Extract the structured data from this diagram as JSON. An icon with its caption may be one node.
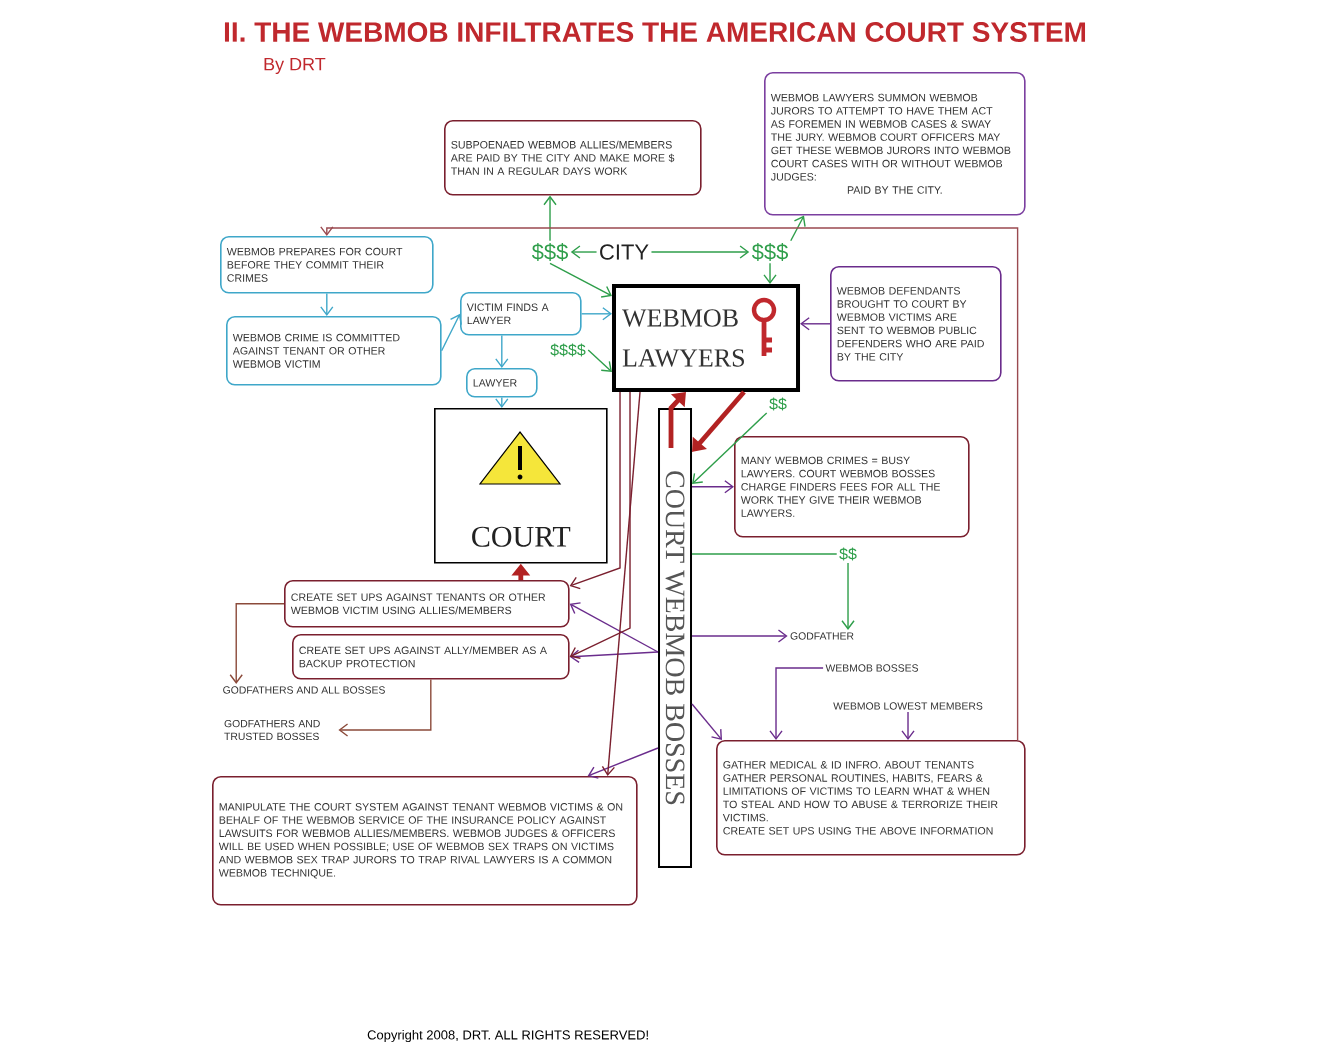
{
  "diagram": {
    "title": "II. THE WEBMOB INFILTRATES THE AMERICAN COURT SYSTEM",
    "nodes": [
      {
        "text": [
          "SUBPOENAED WEBMOB ALLIES/MEMBERS ARE PAID BY THE CITY AND MAKE MORE $ THAN IN A REGULAR DAYS WORK"
        ]
      },
      {
        "text": [
          "WEBMOB LAWYERS SUMMON WEBMOB JURORS TO ATTEMPT TO HAVE THEM ACT AS FOREMEN IN WEBMOB CASES & SWAY THE JURY. WEBMOB COURT OFFICERS MAY GET THESE WEBMOB JURORS INTO WEBMOB COURT CASES WITH OR WITHOUT WEBMOB JUDGES:",
          "PAID BY THE CITY."
        ]
      },
      {
        "text": [
          "$$$"
        ]
      },
      {
        "text": [
          "CITY"
        ]
      },
      {
        "text": [
          "$$$"
        ]
      },
      {
        "text": [
          "WEBMOB PREPARES FOR COURT BEFORE THEY COMMIT THEIR CRIMES"
        ]
      },
      {
        "text": [
          "WEBMOB CRIME IS COMMITTED AGAINST TENANT OR OTHER WEBMOB VICTIM"
        ]
      },
      {
        "text": [
          "VICTIM FINDS A LAWYER"
        ]
      },
      {
        "text": [
          "$$$$"
        ]
      },
      {
        "text": [
          "WEBMOB LAWYERS"
        ]
      },
      {
        "text": [
          "WEBMOB DEFENDANTS BROUGHT TO COURT BY WEBMOB VICTIMS ARE SENT TO WEBMOB PUBLIC DEFENDERS WHO ARE PAID BY THE CITY"
        ]
      },
      {
        "text": [
          "LAWYER"
        ]
      },
      {
        "text": [
          "COURT"
        ]
      },
      {
        "text": [
          "$$"
        ]
      },
      {
        "text": [
          "COURT WEBMOB BOSSES"
        ]
      },
      {
        "text": [
          "MANY WEBMOB CRIMES = BUSY LAWYERS. COURT WEBMOB BOSSES CHARGE FINDERS FEES FOR ALL THE WORK THEY GIVE THEIR WEBMOB LAWYERS."
        ]
      },
      {
        "text": [
          "$$"
        ]
      },
      {
        "text": [
          "GODFATHER"
        ]
      },
      {
        "text": [
          "CREATE SET UPS AGAINST TENANTS OR OTHER WEBMOB VICTIM USING ALLIES/MEMBERS"
        ]
      },
      {
        "text": [
          "CREATE SET UPS AGAINST ALLY/MEMBER AS A BACKUP PROTECTION"
        ]
      },
      {
        "text": [
          "GODFATHERS AND ALL BOSSES"
        ]
      },
      {
        "text": [
          "GODFATHERS AND TRUSTED BOSSES"
        ]
      },
      {
        "text": [
          "WEBMOB BOSSES"
        ]
      },
      {
        "text": [
          "WEBMOB LOWEST MEMBERS"
        ]
      },
      {
        "text": [
          "GATHER MEDICAL & ID INFRO. ABOUT TENANTS GATHER PERSONAL ROUTINES, HABITS, FEARS & LIMITATIONS OF VICTIMS TO LEARN WHAT & WHEN TO STEAL AND HOW TO ABUSE & TERRORIZE THEIR VICTIMS.",
          "CREATE SET UPS USING THE ABOVE INFORMATION"
        ]
      },
      {
        "text": [
          "MANIPULATE THE COURT SYSTEM AGAINST TENANT WEBMOB VICTIMS & ON BEHALF OF THE WEBMOB SERVICE OF THE INSURANCE POLICY AGAINST LAWSUITS FOR WEBMOB ALLIES/MEMBERS. WEBMOB JUDGES & OFFICERS WILL BE USED WHEN POSSIBLE; USE OF WEBMOB SEX TRAPS ON VICTIMS AND WEBMOB SEX TRAP JURORS TO TRAP RIVAL LAWYERS IS A COMMON WEBMOB TECHNIQUE."
        ]
      }
    ],
    "edges": [
      {
        "from": 3,
        "to": 2,
        "arrow": "to",
        "color": "#2e9e4a"
      },
      {
        "from": 3,
        "to": 4,
        "arrow": "to",
        "color": "#2e9e4a"
      },
      {
        "from": 2,
        "to": 0,
        "arrow": "to",
        "color": "#2e9e4a"
      },
      {
        "from": 4,
        "to": 1,
        "arrow": "to",
        "color": "#2e9e4a"
      },
      {
        "from": 2,
        "to": 9,
        "arrow": "to",
        "color": "#2e9e4a"
      },
      {
        "from": 4,
        "to": 9,
        "arrow": "to",
        "color": "#2e9e4a"
      },
      {
        "from": 5,
        "to": 6,
        "arrow": "to",
        "color": "#3fa7c9"
      },
      {
        "from": 6,
        "to": 7,
        "arrow": "to",
        "color": "#3fa7c9"
      },
      {
        "from": 7,
        "to": 9,
        "arrow": "to",
        "color": "#3fa7c9"
      },
      {
        "from": 8,
        "to": 9,
        "arrow": "to",
        "color": "#2e9e4a"
      },
      {
        "from": 7,
        "to": 11,
        "arrow": "to",
        "color": "#3fa7c9"
      },
      {
        "from": 11,
        "to": 12,
        "arrow": "to",
        "color": "#3fa7c9"
      },
      {
        "from": 10,
        "to": 9,
        "arrow": "to",
        "color": "#6a2c8c"
      },
      {
        "from": 14,
        "to": 9,
        "arrow": "to",
        "style": "thick",
        "color": "#b22222"
      },
      {
        "from": 9,
        "to": 14,
        "arrow": "to",
        "style": "thick",
        "color": "#b22222"
      },
      {
        "from": 13,
        "to": 14,
        "arrow": "to",
        "color": "#2e9e4a"
      },
      {
        "from": 14,
        "to": 15,
        "arrow": "to",
        "color": "#6a2c8c"
      },
      {
        "from": 14,
        "to": 16,
        "arrow": "none",
        "color": "#2e9e4a"
      },
      {
        "from": 16,
        "to": 17,
        "arrow": "to",
        "color": "#2e9e4a"
      },
      {
        "from": 14,
        "to": 17,
        "arrow": "to",
        "color": "#6a2c8c"
      },
      {
        "from": 22,
        "to": 24,
        "arrow": "to",
        "color": "#6a2c8c"
      },
      {
        "from": 23,
        "to": 24,
        "arrow": "to",
        "color": "#6a2c8c"
      },
      {
        "from": 14,
        "to": 24,
        "arrow": "to",
        "color": "#6a2c8c"
      },
      {
        "from": 14,
        "to": 18,
        "arrow": "to",
        "color": "#6a2c8c"
      },
      {
        "from": 14,
        "to": 19,
        "arrow": "to",
        "color": "#6a2c8c"
      },
      {
        "from": 14,
        "to": 25,
        "arrow": "to",
        "color": "#6a2c8c"
      },
      {
        "from": 9,
        "to": 18,
        "arrow": "to",
        "color": "#7a1f2e"
      },
      {
        "from": 9,
        "to": 19,
        "arrow": "to",
        "color": "#7a1f2e"
      },
      {
        "from": 9,
        "to": 25,
        "arrow": "to",
        "color": "#7a1f2e"
      },
      {
        "from": 18,
        "to": 12,
        "arrow": "to",
        "style": "thick",
        "color": "#b22222"
      },
      {
        "from": 18,
        "to": 20,
        "arrow": "to",
        "color": "#8b4a3a"
      },
      {
        "from": 19,
        "to": 21,
        "arrow": "to",
        "color": "#8b4a3a"
      },
      {
        "from": 24,
        "to": 5,
        "arrow": "to",
        "color": "#9a4a50"
      }
    ],
    "labels": [
      "By DRT",
      "Copyright 2008, DRT. ALL RIGHTS RESERVED!"
    ]
  }
}
